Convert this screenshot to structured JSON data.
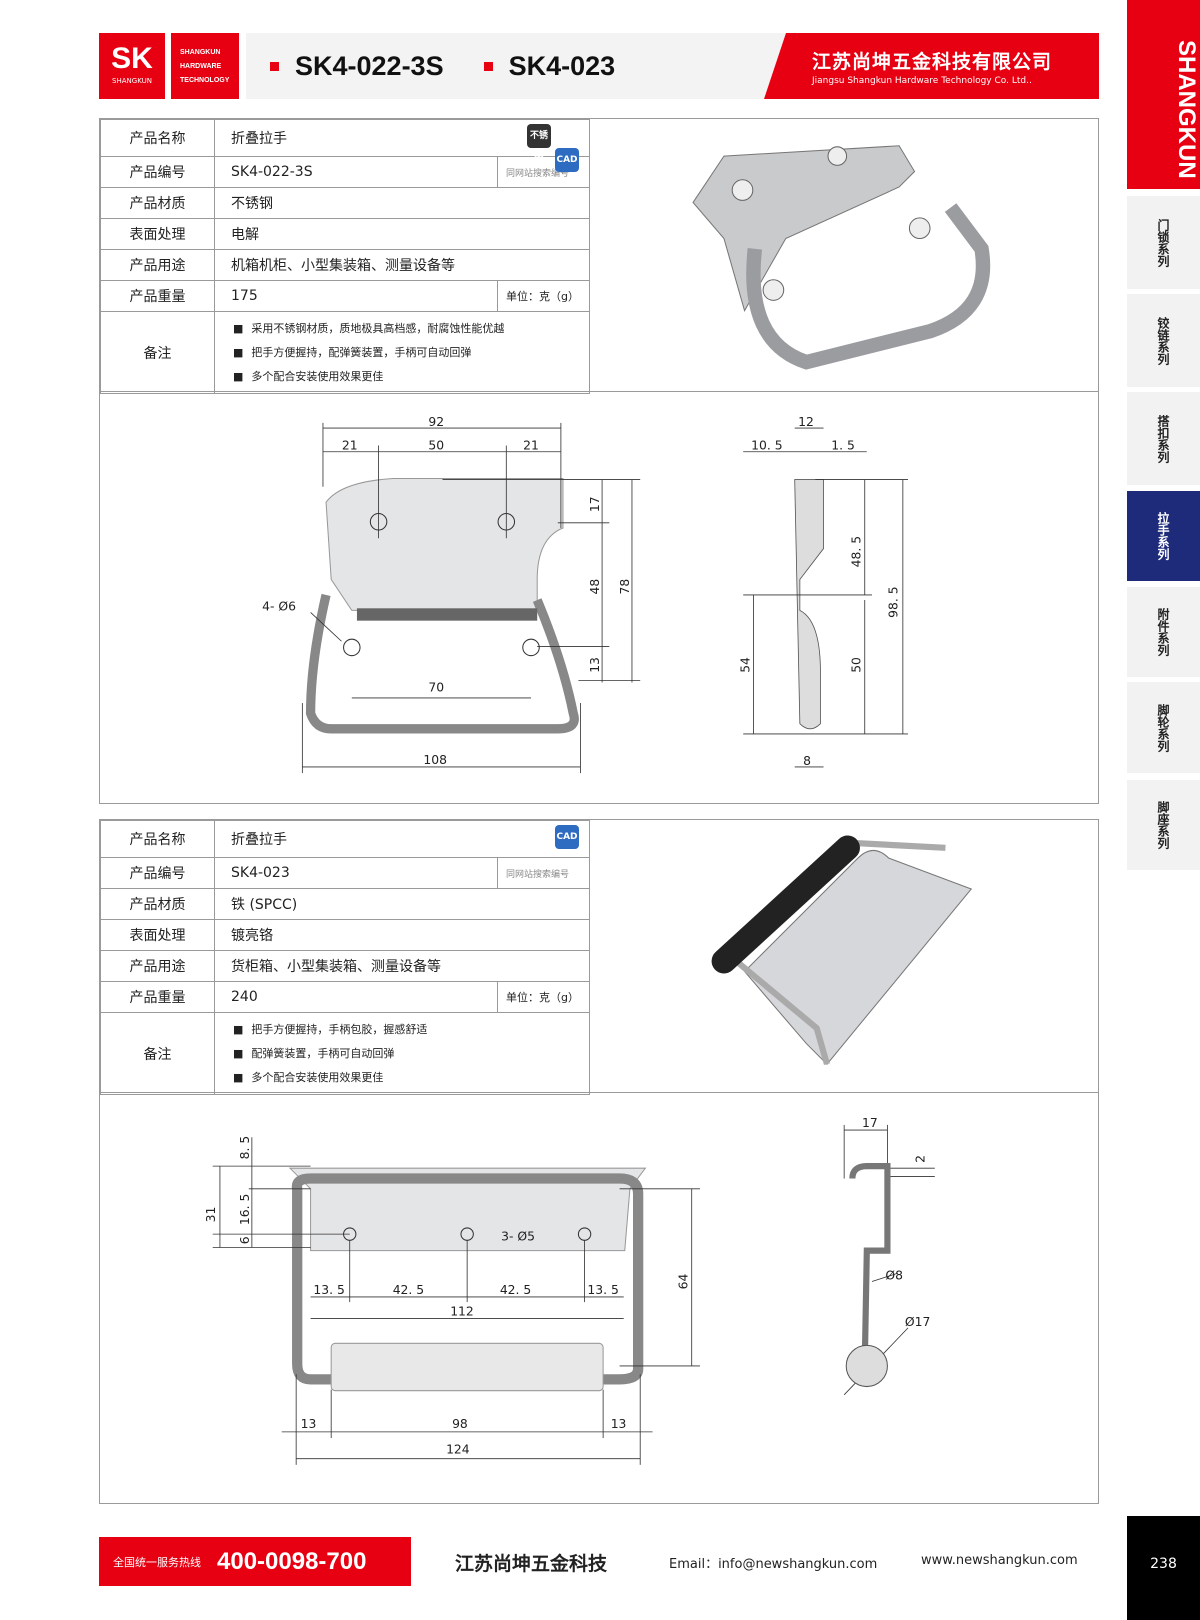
{
  "header": {
    "logo_mark": "SK",
    "logo_sub": "SHANGKUN",
    "logo_words": [
      "SHANGKUN",
      "HARDWARE",
      "TECHNOLOGY"
    ],
    "models": [
      "SK4-022-3S",
      "SK4-023"
    ],
    "company_cn": "江苏尚坤五金科技有限公司",
    "company_en": "Jiangsu Shangkun Hardware Technology Co. Ltd.."
  },
  "sidebar": {
    "brand": "SHANGKUN",
    "items": [
      {
        "label": "门锁系列"
      },
      {
        "label": "铰链系列"
      },
      {
        "label": "搭扣系列"
      },
      {
        "label": "拉手系列",
        "active": true
      },
      {
        "label": "附件系列"
      },
      {
        "label": "脚轮系列"
      },
      {
        "label": "脚座系列"
      }
    ]
  },
  "labels": {
    "name": "产品名称",
    "code": "产品编号",
    "material": "产品材质",
    "surface": "表面处理",
    "use": "产品用途",
    "weight": "产品重量",
    "notes": "备注",
    "search_hint": "同网站搜索编号",
    "unit": "单位：克（g）",
    "icon_ss": "不锈钢",
    "icon_cad": "CAD"
  },
  "products": [
    {
      "name": "折叠拉手",
      "code": "SK4-022-3S",
      "material": "不锈钢",
      "surface": "电解",
      "use": "机箱机柜、小型集装箱、测量设备等",
      "weight": "175",
      "notes": [
        "采用不锈钢材质，质地极具高档感，耐腐蚀性能优越",
        "把手方便握持，配弹簧装置，手柄可自动回弹",
        "多个配合安装使用效果更佳"
      ],
      "dims": {
        "d92": "92",
        "d21a": "21",
        "d50": "50",
        "d21b": "21",
        "d17": "17",
        "d48": "48",
        "d78": "78",
        "d13": "13",
        "hole": "4- Ø6",
        "d70": "70",
        "d108": "108",
        "s12": "12",
        "s10_5": "10. 5",
        "s1_5": "1. 5",
        "s48_5": "48. 5",
        "s98_5": "98. 5",
        "s54": "54",
        "s50": "50",
        "s8": "8"
      }
    },
    {
      "name": "折叠拉手",
      "code": "SK4-023",
      "material": "铁 (SPCC)",
      "surface": "镀亮铬",
      "use": "货柜箱、小型集装箱、测量设备等",
      "weight": "240",
      "notes": [
        "把手方便握持，手柄包胶，握感舒适",
        "配弹簧装置，手柄可自动回弹",
        "多个配合安装使用效果更佳"
      ],
      "dims": {
        "d8_5": "8. 5",
        "d31": "31",
        "d16_5": "16. 5",
        "d6": "6",
        "hole": "3- Ø5",
        "d13_5a": "13. 5",
        "d42_5a": "42. 5",
        "d42_5b": "42. 5",
        "d13_5b": "13. 5",
        "d112": "112",
        "d64": "64",
        "d13a": "13",
        "d98": "98",
        "d13b": "13",
        "d124": "124",
        "s17": "17",
        "s2": "2",
        "s8": "Ø8",
        "s17b": "Ø17"
      }
    }
  ],
  "footer": {
    "hotline_label": "全国统一服务热线",
    "hotline": "400-0098-700",
    "company": "江苏尚坤五金科技",
    "email": "Email：info@newshangkun.com",
    "web": "www.newshangkun.com",
    "page": "238"
  }
}
